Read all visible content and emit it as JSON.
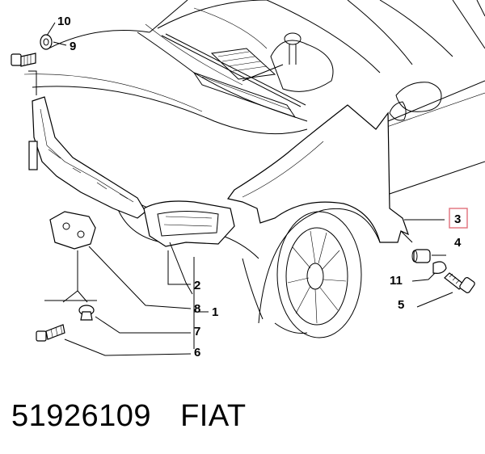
{
  "diagram": {
    "callouts": {
      "c1": "1",
      "c2": "2",
      "c3": "3",
      "c4": "4",
      "c5": "5",
      "c6": "6",
      "c7": "7",
      "c8": "8",
      "c9": "9",
      "c10": "10",
      "c11": "11"
    },
    "highlight_color": "#e0707a"
  },
  "caption": {
    "part_number": "51926109",
    "brand": "FIAT"
  }
}
